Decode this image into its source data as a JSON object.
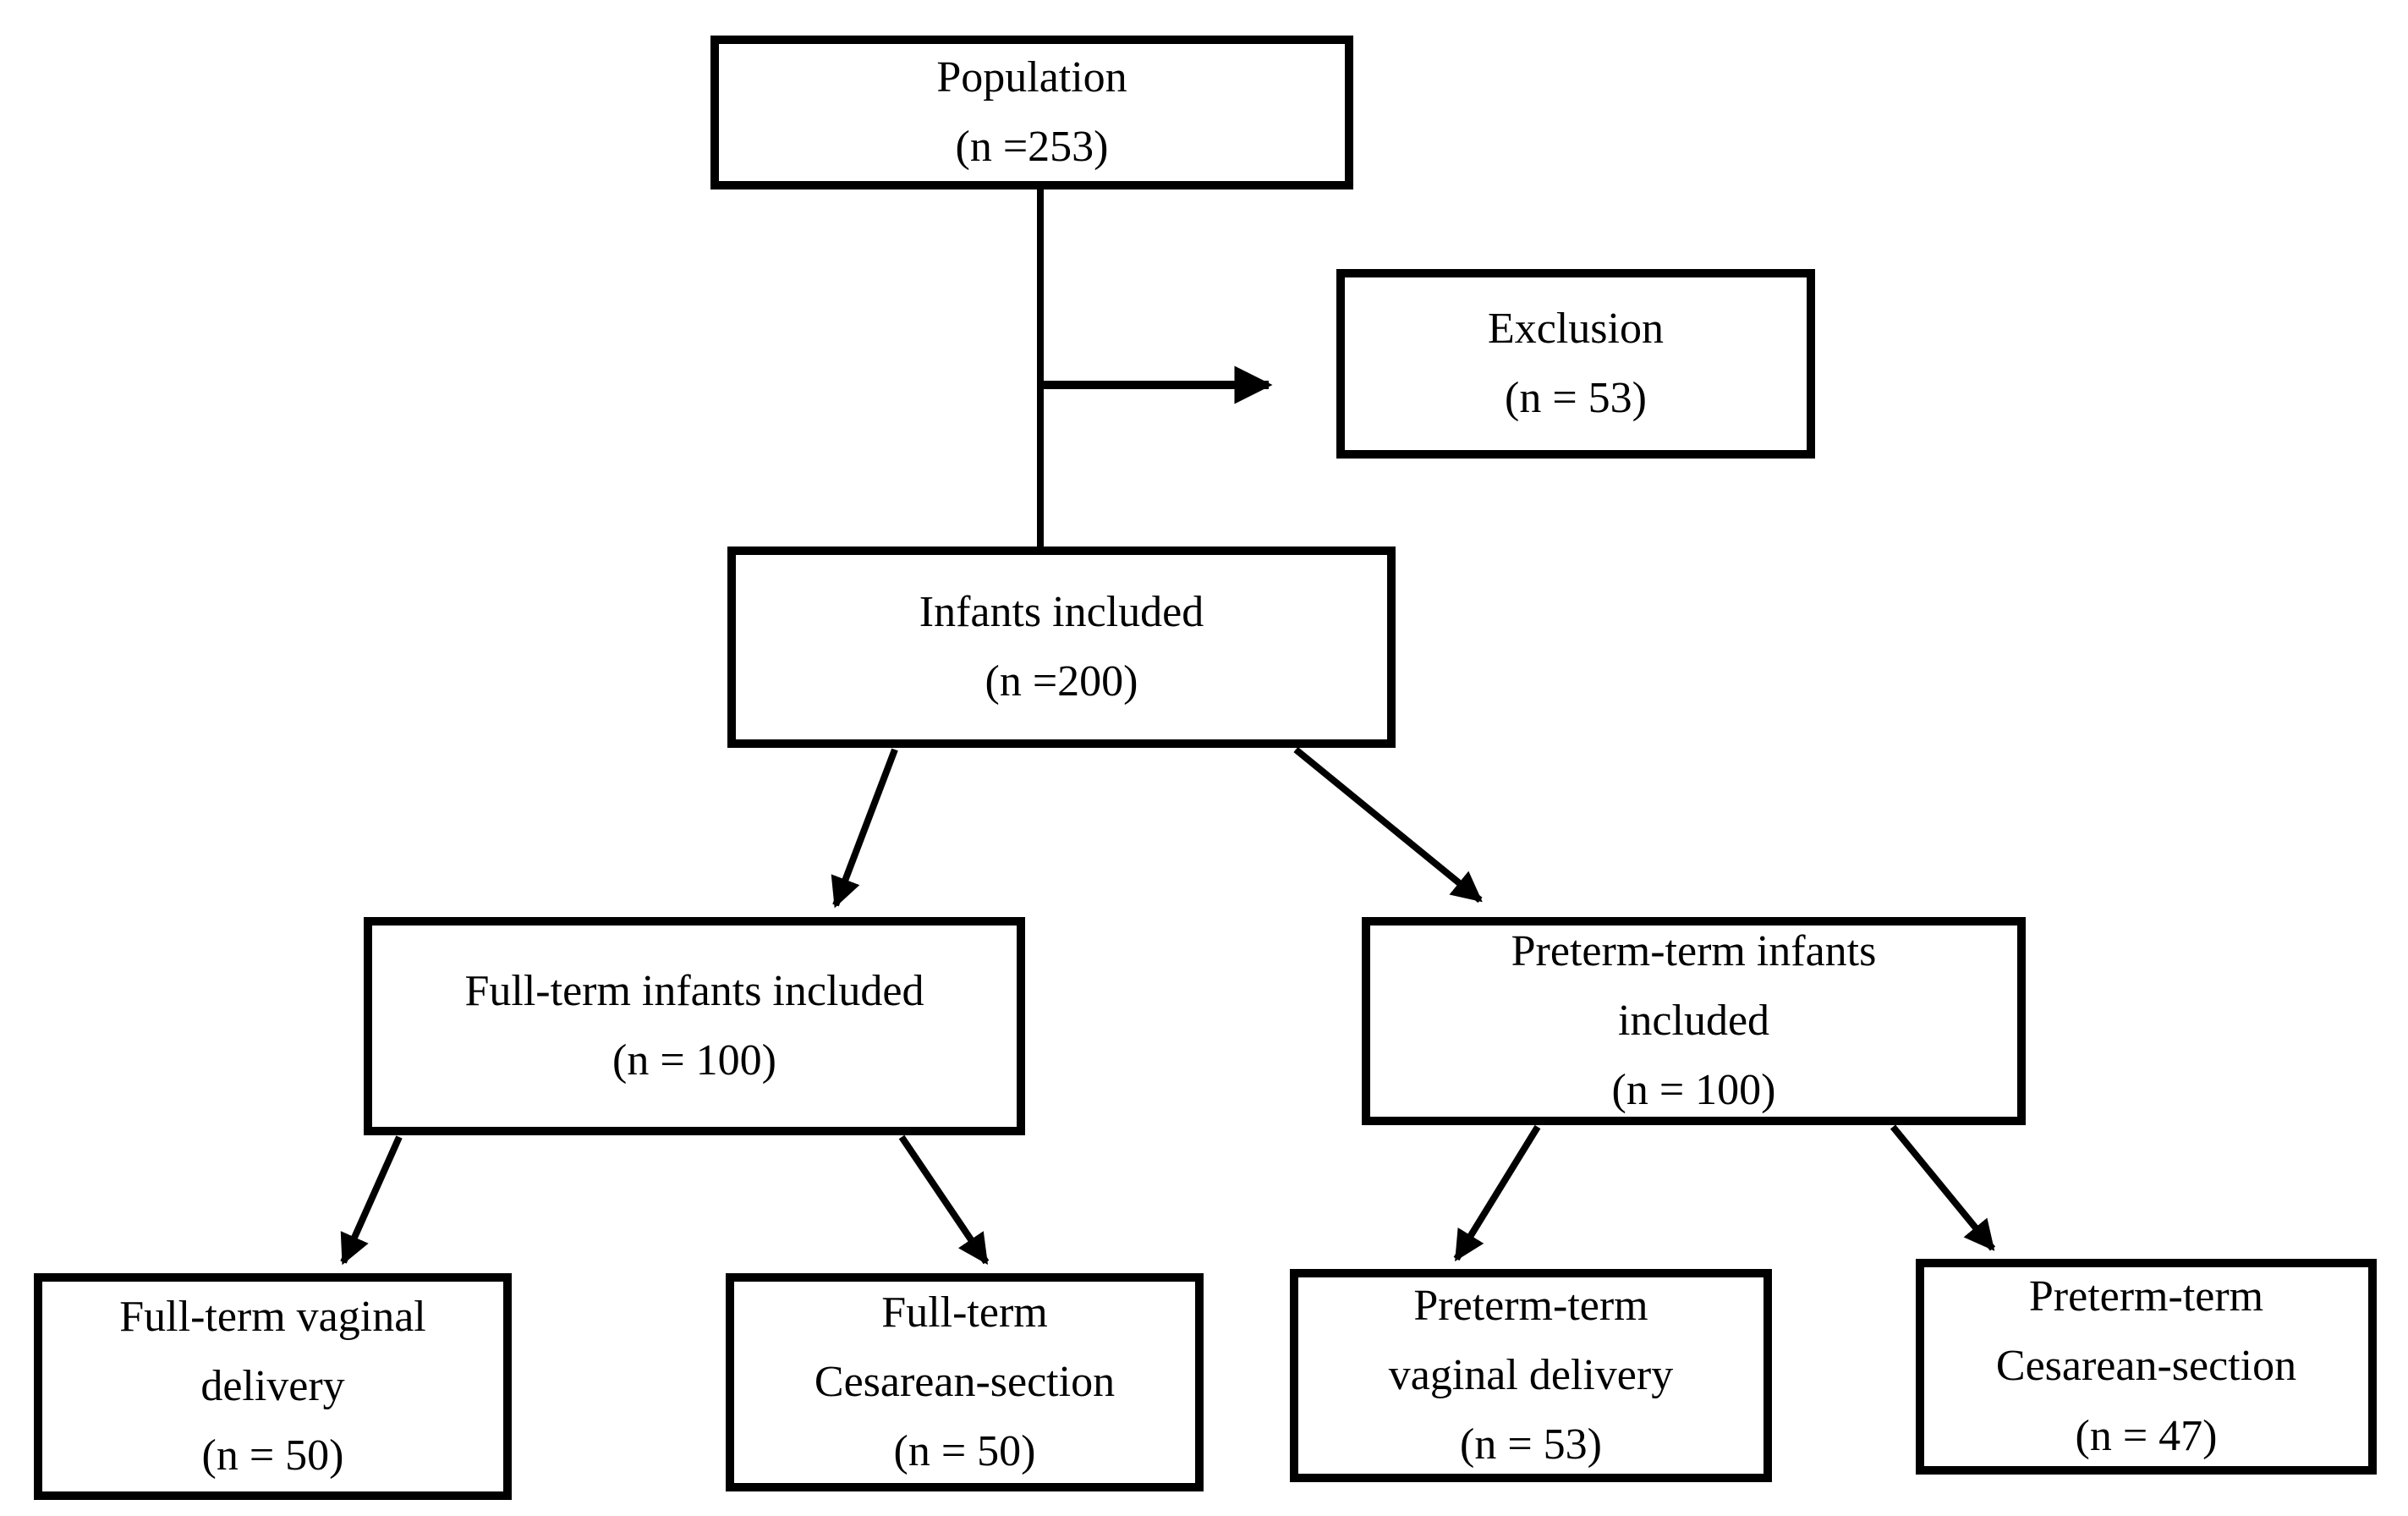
{
  "colors": {
    "ink": "#000000",
    "background": "#ffffff"
  },
  "diagram": {
    "kind": "study-flowchart",
    "nodes": {
      "population": {
        "lines": [
          "Population",
          "(n =253)"
        ]
      },
      "exclusion": {
        "lines": [
          "Exclusion",
          "(n = 53)"
        ]
      },
      "infants_included": {
        "lines": [
          "Infants included",
          "(n =200)"
        ]
      },
      "full_term": {
        "lines": [
          "Full-term infants included",
          "(n = 100)"
        ]
      },
      "preterm": {
        "lines": [
          "Preterm-term infants",
          "included",
          "(n = 100)"
        ]
      },
      "ft_vaginal": {
        "lines": [
          "Full-term vaginal",
          "delivery",
          "(n = 50)"
        ]
      },
      "ft_cesarean": {
        "lines": [
          "Full-term",
          "Cesarean-section",
          "(n = 50)"
        ]
      },
      "pt_vaginal": {
        "lines": [
          "Preterm-term",
          "vaginal delivery",
          "(n = 53)"
        ]
      },
      "pt_cesarean": {
        "lines": [
          "Preterm-term",
          "Cesarean-section",
          "(n = 47)"
        ]
      }
    },
    "edges": [
      {
        "from": "population",
        "to": "infants_included",
        "arrow": false
      },
      {
        "from": "population",
        "to": "exclusion",
        "arrow": true
      },
      {
        "from": "infants_included",
        "to": "full_term",
        "arrow": true
      },
      {
        "from": "infants_included",
        "to": "preterm",
        "arrow": true
      },
      {
        "from": "full_term",
        "to": "ft_vaginal",
        "arrow": true
      },
      {
        "from": "full_term",
        "to": "ft_cesarean",
        "arrow": true
      },
      {
        "from": "preterm",
        "to": "pt_vaginal",
        "arrow": true
      },
      {
        "from": "preterm",
        "to": "pt_cesarean",
        "arrow": true
      }
    ]
  }
}
